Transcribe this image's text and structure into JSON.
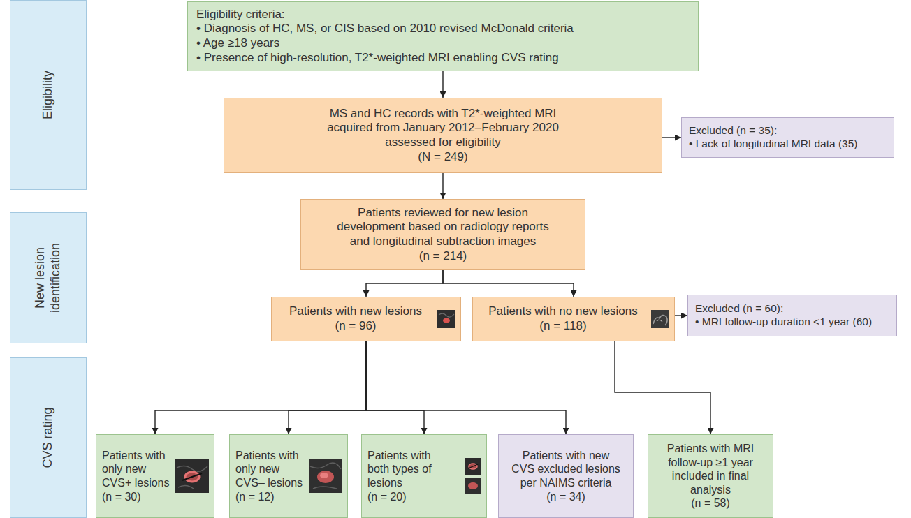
{
  "diagram": {
    "nodes": [
      {
        "text": [
          "Eligibility"
        ]
      },
      {
        "text": [
          "New lesion identification"
        ]
      },
      {
        "text": [
          "CVS rating"
        ]
      },
      {
        "text": [
          "Eligibility criteria:",
          "• Diagnosis of HC, MS, or CIS based on 2010 revised McDonald criteria",
          "• Age ≥18 years",
          "• Presence of high-resolution, T2*-weighted MRI enabling CVS rating"
        ]
      },
      {
        "text": [
          "MS and HC records with T2*-weighted MRI acquired from January 2012–February 2020 assessed for eligibility",
          "(N = 249)"
        ]
      },
      {
        "text": [
          "Excluded (n = 35):",
          "• Lack of longitudinal MRI data (35)"
        ]
      },
      {
        "text": [
          "Patients reviewed for new lesion development based on radiology reports and longitudinal subtraction images",
          "(n = 214)"
        ]
      },
      {
        "text": [
          "Patients with new lesions",
          "(n = 96)"
        ]
      },
      {
        "text": [
          "Patients with no new lesions",
          "(n = 118)"
        ]
      },
      {
        "text": [
          "Excluded (n = 60):",
          "• MRI follow-up duration <1 year (60)"
        ]
      },
      {
        "text": [
          "Patients with only new CVS+ lesions",
          "(n = 30)"
        ]
      },
      {
        "text": [
          "Patients with only new CVS– lesions",
          "(n = 12)"
        ]
      },
      {
        "text": [
          "Patients with both types of lesions",
          "(n = 20)"
        ]
      },
      {
        "text": [
          "Patients with new CVS excluded lesions per NAIMS criteria",
          "(n = 34)"
        ]
      },
      {
        "text": [
          "Patients with MRI follow-up ≥1 year included in final analysis",
          "(n = 58)"
        ]
      }
    ],
    "edges": [
      {
        "from": 3,
        "to": 4,
        "arrow": "to"
      },
      {
        "from": 4,
        "to": 5,
        "arrow": "to"
      },
      {
        "from": 4,
        "to": 6,
        "arrow": "to"
      },
      {
        "from": 6,
        "to": 7,
        "arrow": "to"
      },
      {
        "from": 6,
        "to": 8,
        "arrow": "to"
      },
      {
        "from": 8,
        "to": 9,
        "arrow": "to"
      },
      {
        "from": 7,
        "to": 10,
        "arrow": "to"
      },
      {
        "from": 7,
        "to": 11,
        "arrow": "to"
      },
      {
        "from": 7,
        "to": 12,
        "arrow": "to"
      },
      {
        "from": 7,
        "to": 13,
        "arrow": "to"
      },
      {
        "from": 8,
        "to": 14,
        "arrow": "to"
      }
    ]
  }
}
